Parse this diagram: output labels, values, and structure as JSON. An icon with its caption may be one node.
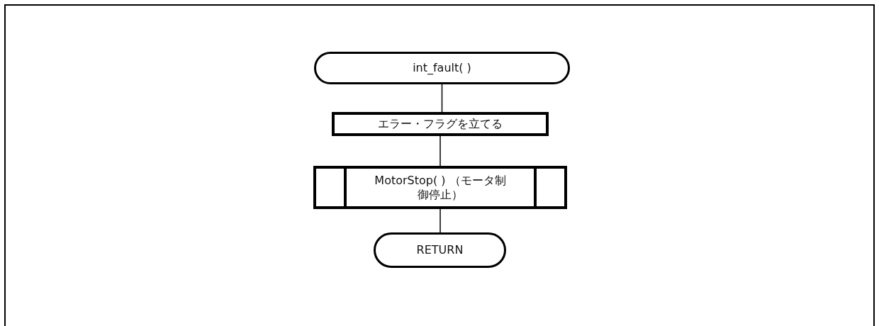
{
  "diagram": {
    "nodes": [
      {
        "text": [
          "int_fault( )"
        ]
      },
      {
        "text": [
          "エラー・フラグを立てる"
        ]
      },
      {
        "text": [
          "MotorStop( ) （モータ制御停止）"
        ]
      },
      {
        "text": [
          "RETURN"
        ]
      }
    ],
    "edges": [
      {
        "from": 0,
        "to": 1,
        "arrow": "none"
      },
      {
        "from": 1,
        "to": 2,
        "arrow": "none"
      },
      {
        "from": 2,
        "to": 3,
        "arrow": "none"
      }
    ]
  }
}
